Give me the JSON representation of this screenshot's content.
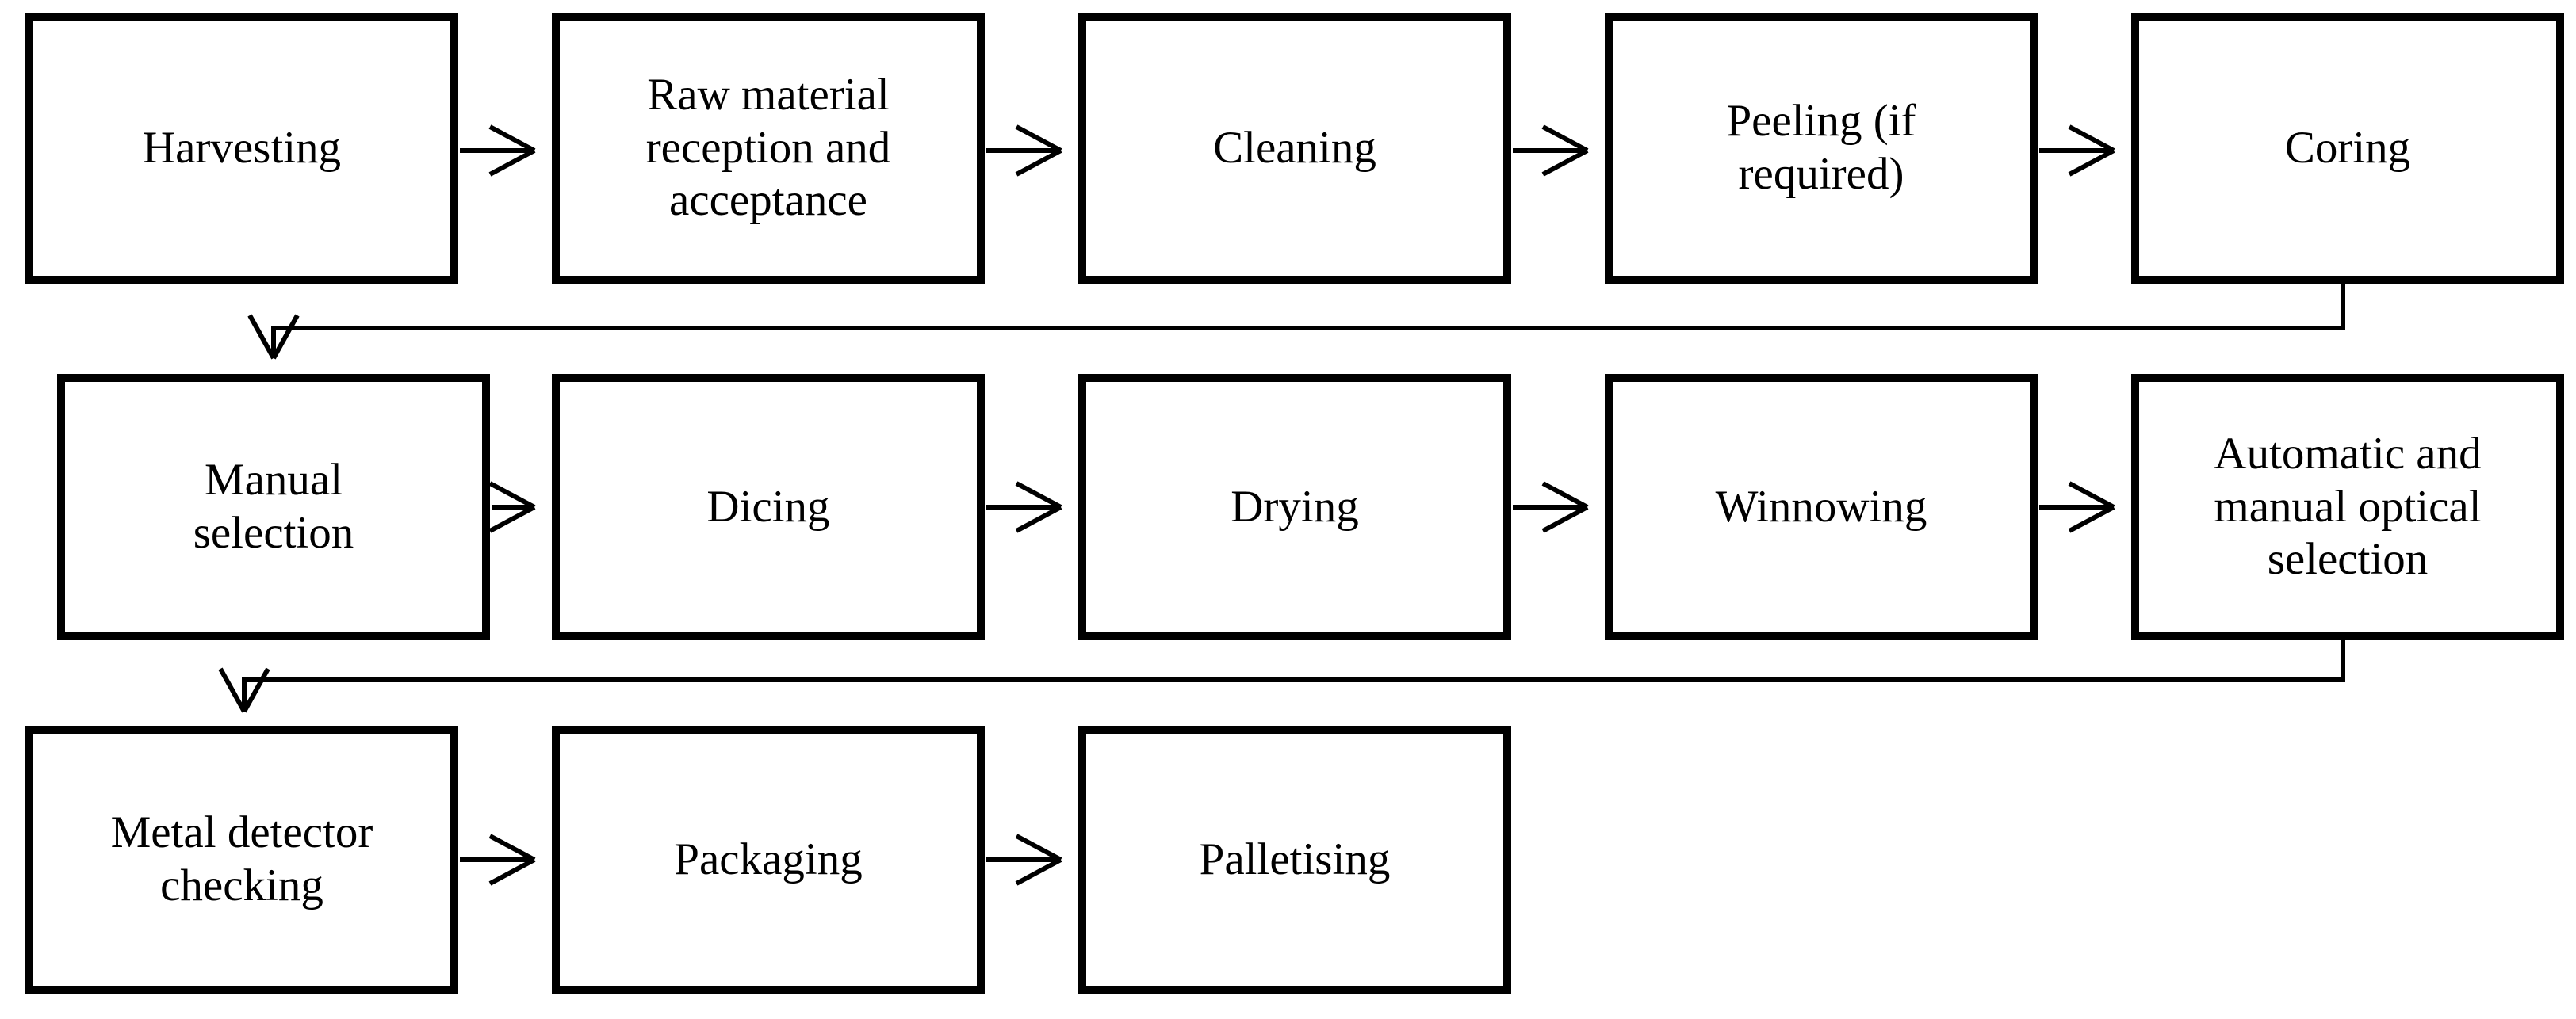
{
  "diagram": {
    "title_hint": "Process flow diagram",
    "colors": {
      "background": "#ffffff",
      "box_border": "#000000",
      "text": "#000000",
      "arrow": "#000000"
    },
    "nodes": [
      {
        "id": "harvesting",
        "label": "Harvesting"
      },
      {
        "id": "raw-material-reception",
        "label": "Raw material\nreception and\nacceptance"
      },
      {
        "id": "cleaning",
        "label": "Cleaning"
      },
      {
        "id": "peeling",
        "label": "Peeling (if\nrequired)"
      },
      {
        "id": "coring",
        "label": "Coring"
      },
      {
        "id": "manual-selection",
        "label": "Manual\nselection"
      },
      {
        "id": "dicing",
        "label": "Dicing"
      },
      {
        "id": "drying",
        "label": "Drying"
      },
      {
        "id": "winnowing",
        "label": "Winnowing"
      },
      {
        "id": "optical-selection",
        "label": "Automatic and\nmanual optical\nselection"
      },
      {
        "id": "metal-detector",
        "label": "Metal detector\nchecking"
      },
      {
        "id": "packaging",
        "label": "Packaging"
      },
      {
        "id": "palletising",
        "label": "Palletising"
      }
    ],
    "edges": [
      {
        "from": "harvesting",
        "to": "raw-material-reception"
      },
      {
        "from": "raw-material-reception",
        "to": "cleaning"
      },
      {
        "from": "cleaning",
        "to": "peeling"
      },
      {
        "from": "peeling",
        "to": "coring"
      },
      {
        "from": "coring",
        "to": "manual-selection"
      },
      {
        "from": "manual-selection",
        "to": "dicing"
      },
      {
        "from": "dicing",
        "to": "drying"
      },
      {
        "from": "drying",
        "to": "winnowing"
      },
      {
        "from": "winnowing",
        "to": "optical-selection"
      },
      {
        "from": "optical-selection",
        "to": "metal-detector"
      },
      {
        "from": "metal-detector",
        "to": "packaging"
      },
      {
        "from": "packaging",
        "to": "palletising"
      }
    ]
  }
}
